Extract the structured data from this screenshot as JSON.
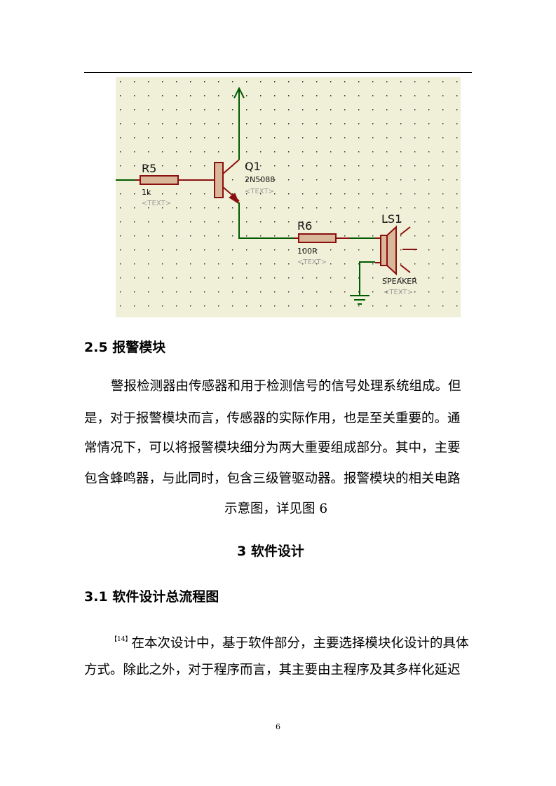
{
  "circuit": {
    "q1_ref": "Q1",
    "q1_part": "2N5088",
    "q1_text": "<TEXT>",
    "r5_ref": "R5",
    "r5_value": "1k",
    "r5_text": "<TEXT>",
    "r6_ref": "R6",
    "r6_value": "100R",
    "r6_text": "<TEXT>",
    "ls1_ref": "LS1",
    "ls1_part": "SPEAKER",
    "ls1_text": "<TEXT>"
  },
  "section_2_5": {
    "heading": "2.5 报警模块",
    "lines": [
      "警报检测器由传感器和用于检测信号的信号处理系统组成。但",
      "是，对于报警模块而言，传感器的实际作用，也是至关重要的。通",
      "常情况下，可以将报警模块细分为两大重要组成部分。其中，主要",
      "包含蜂鸣器，与此同时，包含三级管驱动器。报警模块的相关电路",
      "示意图，详见图 6"
    ]
  },
  "chapter_3": {
    "heading": "3  软件设计"
  },
  "section_3_1": {
    "heading": "3.1  软件设计总流程图",
    "citation": "【14】",
    "lines": [
      "在本次设计中，基于软件部分，主要选择模块化设计的具体",
      "方式。除此之外，对于程序而言，其主要由主程序及其多样化延迟"
    ]
  },
  "page_number": "6"
}
